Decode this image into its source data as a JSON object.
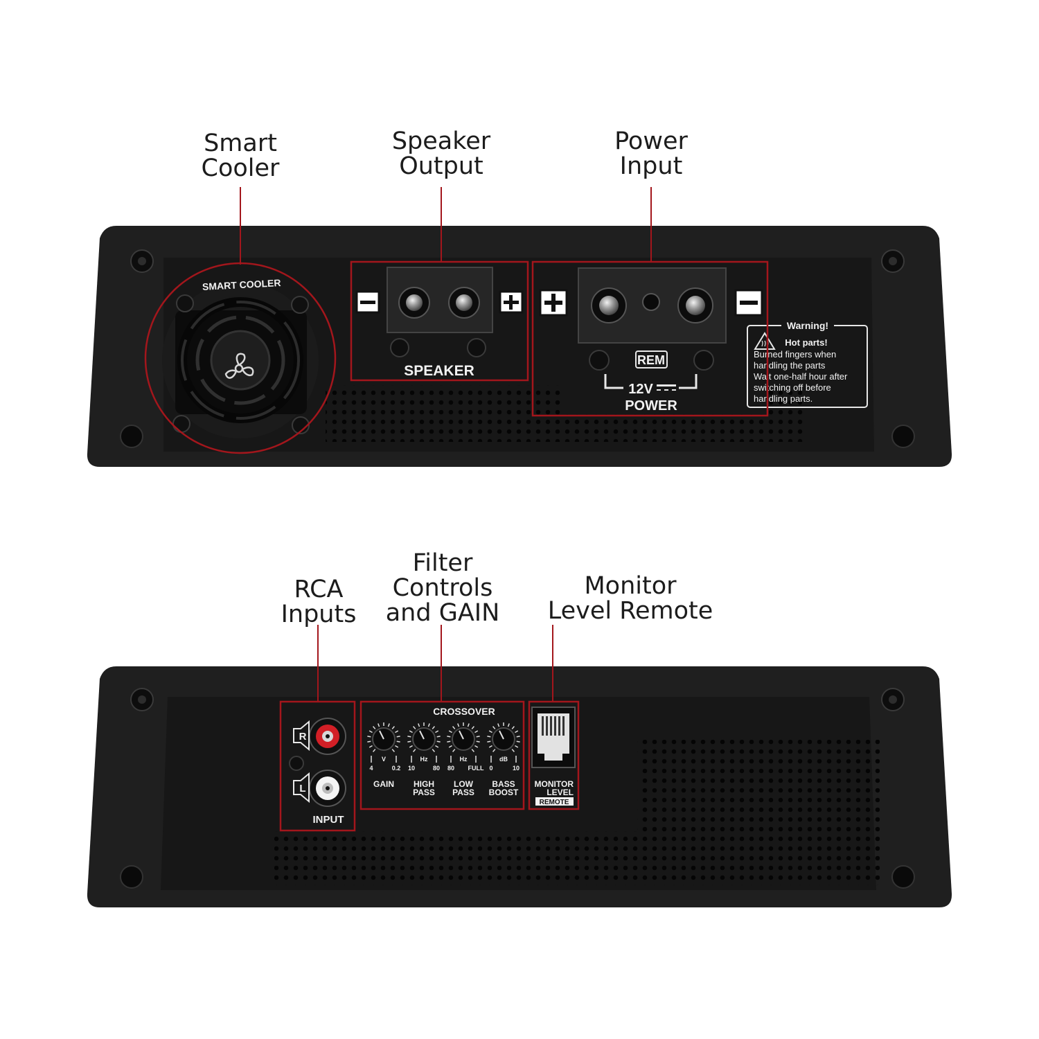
{
  "top_panel": {
    "callouts": {
      "smart_cooler": [
        "Smart",
        "Cooler"
      ],
      "speaker_output": [
        "Speaker",
        "Output"
      ],
      "power_input": [
        "Power",
        "Input"
      ]
    },
    "fan_label": "SMART COOLER",
    "speaker_label": "SPEAKER",
    "rem_label": "REM",
    "voltage_label": "12V",
    "power_label": "POWER",
    "warning": {
      "title": "Warning!",
      "heading": "Hot parts!",
      "lines": [
        "Burned fingers when",
        "handling the parts",
        "Wait one-half hour after",
        "switching off before",
        "handling parts."
      ]
    }
  },
  "bottom_panel": {
    "callouts": {
      "rca_inputs": [
        "RCA",
        "Inputs"
      ],
      "filter_controls": [
        "Filter",
        "Controls",
        "and GAIN"
      ],
      "monitor_remote": [
        "Monitor",
        "Level Remote"
      ]
    },
    "input_label": "INPUT",
    "rca_right": "R",
    "rca_left": "L",
    "crossover_label": "CROSSOVER",
    "knobs": [
      {
        "name": "GAIN",
        "lines": [
          "GAIN"
        ],
        "unit": "V",
        "min": "4",
        "max": "0.2"
      },
      {
        "name": "HIGH PASS",
        "lines": [
          "HIGH",
          "PASS"
        ],
        "unit": "Hz",
        "min": "10",
        "max": "80"
      },
      {
        "name": "LOW PASS",
        "lines": [
          "LOW",
          "PASS"
        ],
        "unit": "Hz",
        "min": "80",
        "max": "FULL"
      },
      {
        "name": "BASS BOOST",
        "lines": [
          "BASS",
          "BOOST"
        ],
        "unit": "dB",
        "min": "0",
        "max": "10"
      }
    ],
    "monitor_lines": [
      "MONITOR",
      "LEVEL"
    ],
    "remote_label": "REMOTE"
  },
  "colors": {
    "callout_red": "#a3161c",
    "chassis": "#1e1e1e",
    "panel": "#161616",
    "label_white": "#f2f2f2"
  }
}
